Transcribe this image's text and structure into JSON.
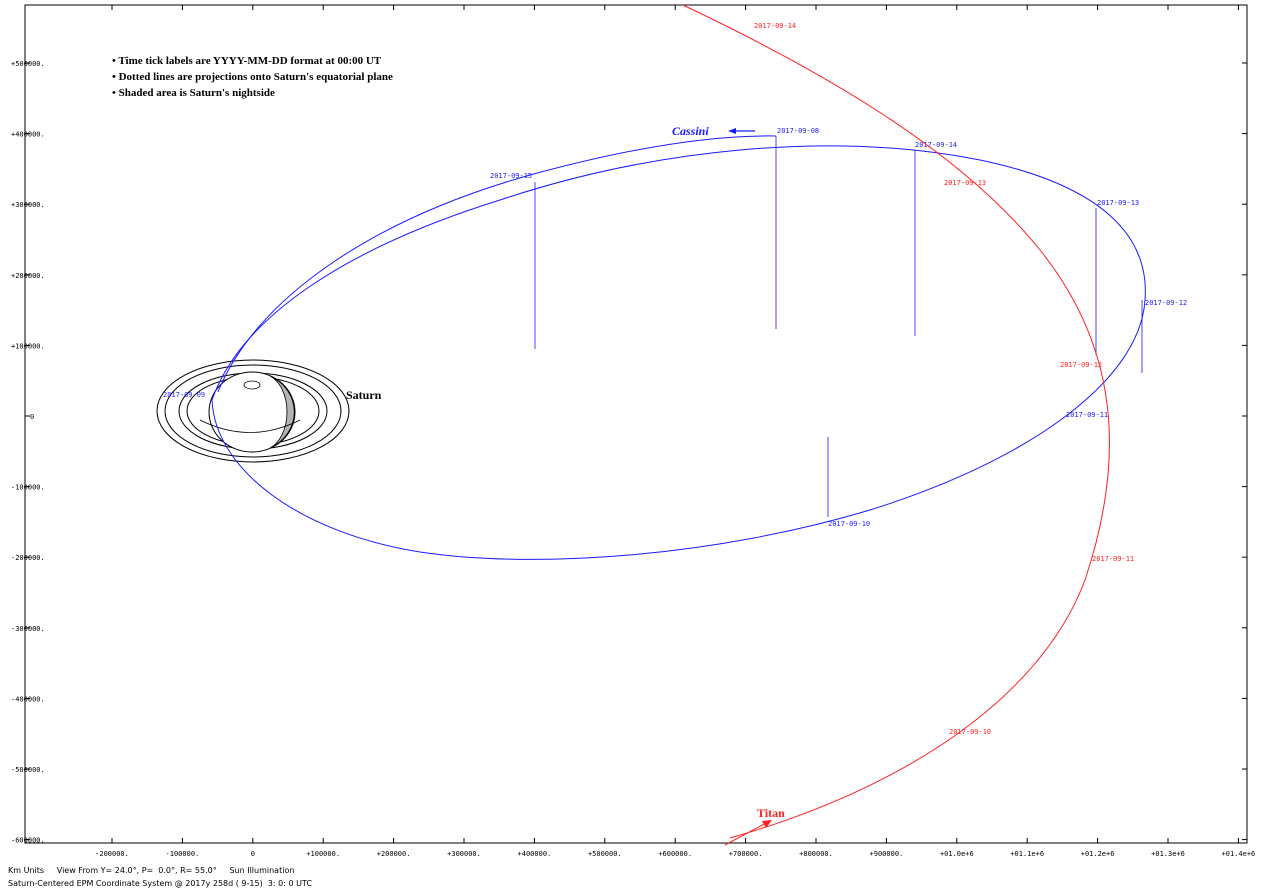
{
  "notes": [
    "• Time tick labels are YYYY-MM-DD format at 00:00 UT",
    "• Dotted lines are projections onto Saturn's equatorial plane",
    "• Shaded area is Saturn's nightside"
  ],
  "y_ticks": [
    "+500000.",
    "+400000.",
    "+300000.",
    "+200000.",
    "+100000.",
    "0",
    "-100000.",
    "-200000.",
    "-300000.",
    "-400000.",
    "-500000.",
    "-600000."
  ],
  "x_ticks": [
    "-200000.",
    "-100000.",
    "0",
    "+100000.",
    "+200000.",
    "+300000.",
    "+400000.",
    "+500000.",
    "+600000.",
    "+700000.",
    "+800000.",
    "+900000.",
    "+01.0e+6",
    "+01.1e+6",
    "+01.2e+6",
    "+01.3e+6",
    "+01.4e+6"
  ],
  "labels": {
    "saturn": "Saturn",
    "cassini": "Cassini",
    "titan": "Titan"
  },
  "cassini_ticks": [
    "2017-09-08",
    "2017-09-14",
    "2017-09-15",
    "2017-09-13",
    "2017-09-12",
    "2017-09-11",
    "2017-09-10",
    "2017-09-09"
  ],
  "titan_ticks": [
    "2017-09-14",
    "2017-09-13",
    "2017-09-12",
    "2017-09-11",
    "2017-09-10"
  ],
  "colors": {
    "cassini": "#1a1aff",
    "titan": "#ff2020",
    "frame": "#000000"
  },
  "footer": {
    "units": "Km Units",
    "view": "View From Y= 24.0°, P=  0.0°, R= 55.0°",
    "illumination": "Sun Illumination",
    "system": "Saturn-Centered EPM Coordinate System @ 2017y 258d ( 9-15)  3: 0: 0 UTC"
  }
}
